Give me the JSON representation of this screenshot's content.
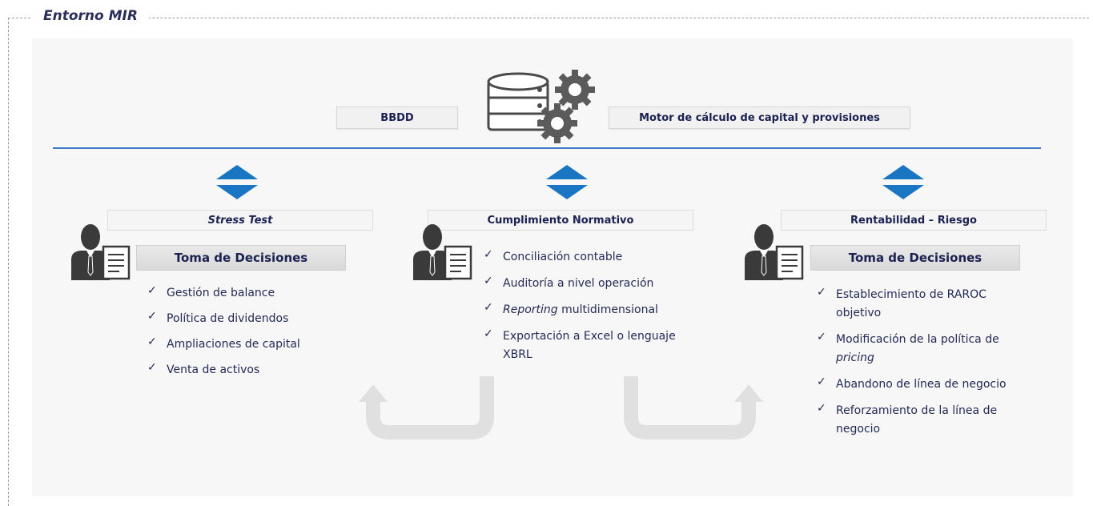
{
  "frame": {
    "title": "Entorno MIR"
  },
  "top": {
    "db_label": "BBDD",
    "engine_label": "Motor de cálculo de capital y provisiones"
  },
  "columns": [
    {
      "title": "Stress Test",
      "title_italic": true,
      "box": "Toma de Decisiones",
      "items": [
        {
          "text": "Gestión de balance"
        },
        {
          "text": "Política de dividendos"
        },
        {
          "text": "Ampliaciones de capital"
        },
        {
          "text": "Venta de activos"
        }
      ]
    },
    {
      "title": "Cumplimiento Normativo",
      "items": [
        {
          "text": "Conciliación contable"
        },
        {
          "text": "Auditoría a nivel operación"
        },
        {
          "text_italic": "Reporting",
          "text": " multidimensional"
        },
        {
          "text": "Exportación a Excel o lenguaje",
          "text2": "XBRL"
        }
      ]
    },
    {
      "title": "Rentabilidad – Riesgo",
      "box": "Toma de Decisiones",
      "items": [
        {
          "text": "Establecimiento de RAROC",
          "text2": "objetivo"
        },
        {
          "text": "Modificación de la política de",
          "text2_italic": "pricing"
        },
        {
          "text": "Abandono de línea de negocio"
        },
        {
          "text": "Reforzamiento de la línea de",
          "text2": "negocio"
        }
      ]
    }
  ],
  "check_glyph": "✓",
  "icons": [
    "database-icon",
    "gears-icon",
    "businessman-icon",
    "document-icon",
    "double-arrow-icon",
    "return-arrow-icon"
  ],
  "colors": {
    "accent_blue": "#1a75c2",
    "line_blue": "#3f79c4",
    "text_navy": "#1b2150",
    "icon_dark": "#3a3a3a"
  }
}
